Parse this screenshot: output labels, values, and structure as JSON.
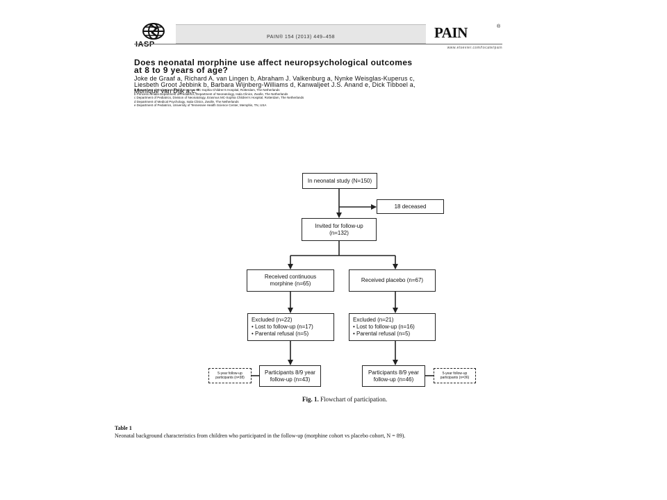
{
  "header": {
    "publisher": "IASP",
    "citation": "PAIN® 154 (2013) 449–458",
    "journal": "PAIN",
    "registered": "®",
    "url": "www.elsevier.com/locate/pain"
  },
  "article": {
    "title_lines": [
      "Does neonatal morphine use affect neuropsychological outcomes",
      "at 8 to 9 years of age?"
    ],
    "author_lines": [
      "Joke de Graaf a, Richard A. van Lingen b, Abraham J. Valkenburg a, Nynke Weisglas-Kuperus c,",
      "Liesbeth Groot Jebbink b, Barbara Wijnberg-Williams d, Kanwaljeet J.S. Anand e, Dick Tibboel a,",
      "Monique van Dijk a,c,*"
    ],
    "affiliations": [
      "a Department of Pediatric Surgery, Erasmus MC-Sophia Children's Hospital, Rotterdam, The Netherlands",
      "b Princess Amalia Department of Pediatrics, Department of Neonatology, Isala Clinics, Zwolle, The Netherlands",
      "c Department of Pediatrics, Division of Neonatology, Erasmus MC-Sophia Children's Hospital, Rotterdam, The Netherlands",
      "d Department of Medical Psychology, Isala Clinics, Zwolle, The Netherlands",
      "e Department of Pediatrics, University of Tennessee Health Science Center, Memphis, TN, USA"
    ]
  },
  "flowchart": {
    "start": "In neonatal study (N=150)",
    "deceased": "18 deceased",
    "invited": [
      "Invited for follow-up",
      "(n=132)"
    ],
    "morphine": [
      "Received continuous",
      "morphine (n=65)"
    ],
    "placebo": "Received placebo (n=67)",
    "excluded_morphine": [
      "Excluded (n=22)",
      "• Lost to follow-up (n=17)",
      "• Parental refusal (n=5)"
    ],
    "excluded_placebo": [
      "Excluded (n=21)",
      "• Lost to follow-up (n=16)",
      "• Parental refusal (n=5)"
    ],
    "participants_morphine": [
      "Participants 8/9 year",
      "follow-up (n=43)"
    ],
    "participants_placebo": [
      "Participants 8/9 year",
      "follow-up (n=46)"
    ],
    "fiveyear_morphine": [
      "5-year follow-up",
      "participants (n=38)"
    ],
    "fiveyear_placebo": [
      "5-year follow-up",
      "participants (n=36)"
    ],
    "caption_label": "Fig. 1.",
    "caption_text": " Flowchart of participation."
  },
  "table": {
    "label": "Table 1",
    "caption": "Neonatal background characteristics from children who participated in the follow-up (morphine cohort vs placebo cohort, N = 89)."
  }
}
